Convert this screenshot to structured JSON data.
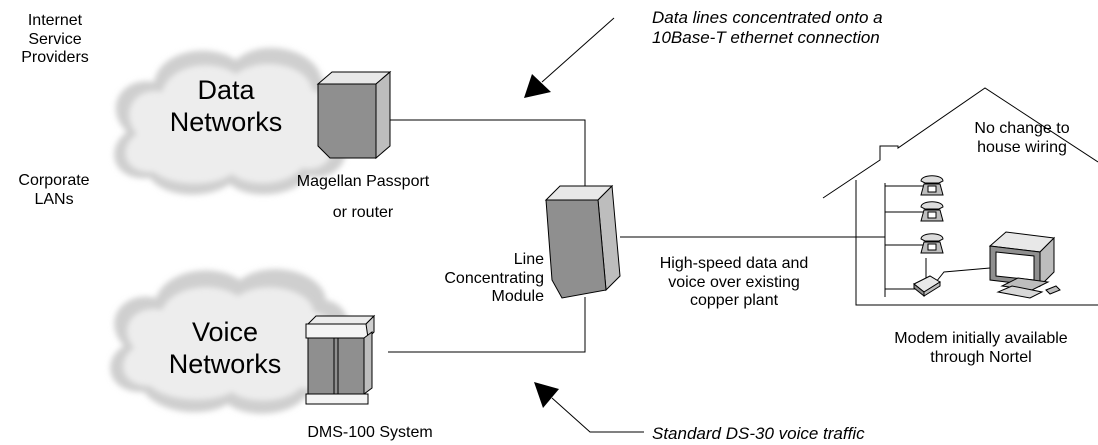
{
  "labels": {
    "isp": [
      "Internet",
      "Service",
      "Providers"
    ],
    "corporate": [
      "Corporate",
      "LANs"
    ],
    "data_networks": [
      "Data",
      "Networks"
    ],
    "voice_networks": [
      "Voice",
      "Networks"
    ],
    "passport": [
      "Magellan Passport",
      "or router"
    ],
    "lcm": [
      "Line",
      "Concentrating",
      "Module"
    ],
    "dms": "DMS-100 System",
    "high_speed": [
      "High-speed data and",
      "voice over existing",
      "copper plant"
    ],
    "no_change": [
      "No change to",
      "house wiring"
    ],
    "modem": [
      "Modem initially available",
      "through Nortel"
    ],
    "data_lines_note": [
      "Data lines concentrated onto a",
      "10Base-T ethernet connection"
    ],
    "voice_traffic_note": "Standard DS-30 voice traffic"
  },
  "icons": {
    "cloud_data": "cloud-icon",
    "cloud_voice": "cloud-icon",
    "passport": "router-cabinet-icon",
    "lcm": "cabinet-icon",
    "dms": "switch-cabinet-icon",
    "house": "house-icon",
    "phones": "telephone-icon",
    "modem": "modem-icon",
    "computer": "computer-icon"
  },
  "colors": {
    "line": "#000000",
    "cloud_fill": "#e6e6e6",
    "box_front": "#8f8f8f",
    "box_side": "#bdbdbd",
    "box_top": "#e8e8e8"
  }
}
